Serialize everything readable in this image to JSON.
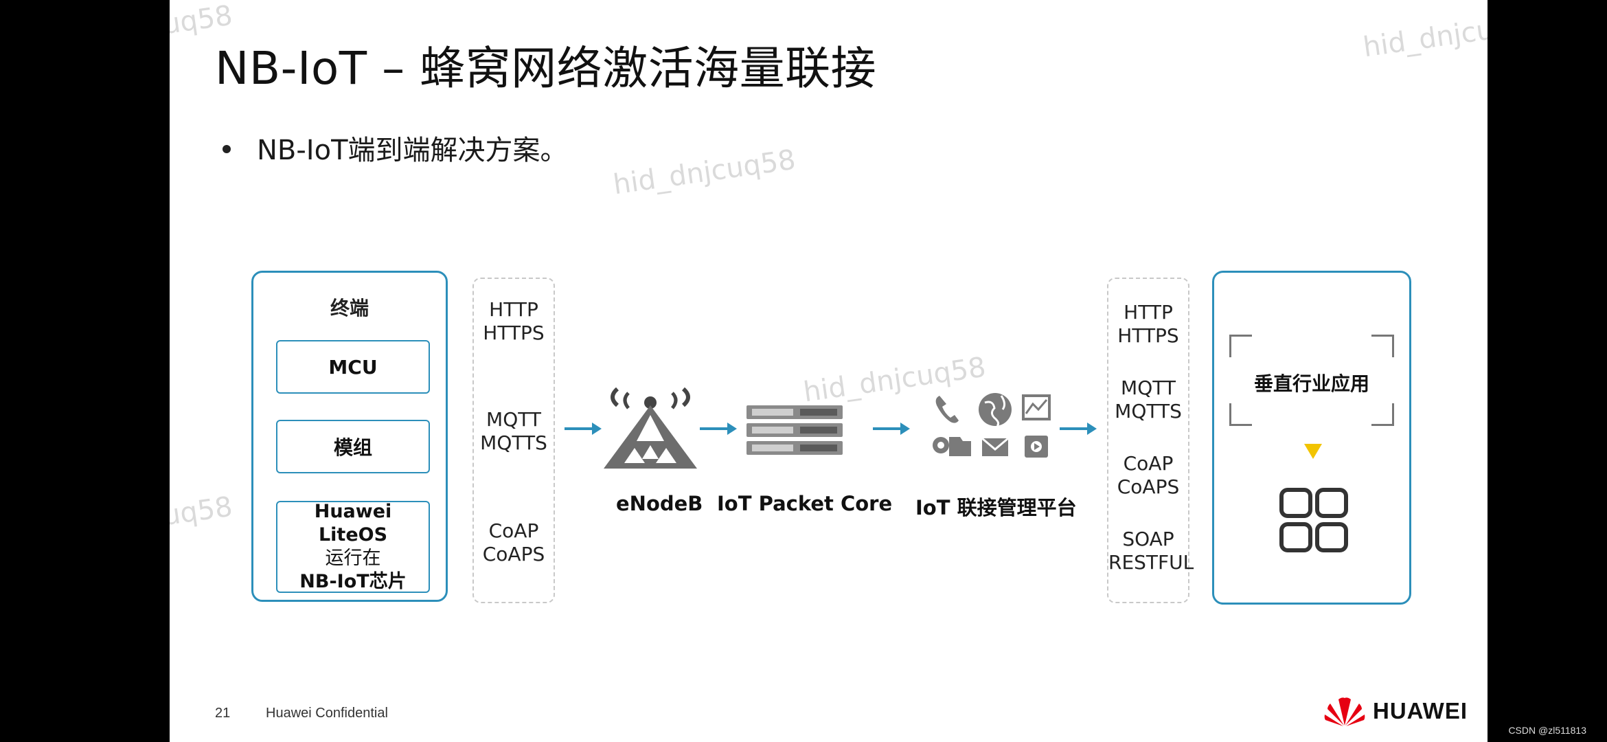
{
  "slide": {
    "title": "NB-IoT – 蜂窝网络激活海量联接",
    "bullet": "NB-IoT端到端解决方案。"
  },
  "terminal": {
    "title": "终端",
    "mcu": "MCU",
    "module": "模组",
    "liteos_line1": "Huawei LiteOS",
    "liteos_line2": "运行在",
    "liteos_line3": "NB-IoT芯片"
  },
  "protocols_left": [
    [
      "HTTP",
      "HTTPS"
    ],
    [
      "MQTT",
      "MQTTS"
    ],
    [
      "CoAP",
      "CoAPS"
    ]
  ],
  "protocols_right": [
    [
      "HTTP",
      "HTTPS"
    ],
    [
      "MQTT",
      "MQTTS"
    ],
    [
      "CoAP",
      "CoAPS"
    ],
    [
      "SOAP",
      "RESTFUL"
    ]
  ],
  "nodes": {
    "enodeb": "eNodeB",
    "packet_core": "IoT Packet Core",
    "platform": "IoT 联接管理平台"
  },
  "industry": {
    "title": "垂直行业应用"
  },
  "footer": {
    "page_number": "21",
    "confidential": "Huawei Confidential",
    "brand": "HUAWEI"
  },
  "watermark": "hid_dnjcuq58",
  "csdn_credit": "CSDN @zl511813",
  "colors": {
    "accent": "#2c8fba",
    "huawei_red": "#e60012",
    "arrow_yellow": "#f2c400"
  }
}
